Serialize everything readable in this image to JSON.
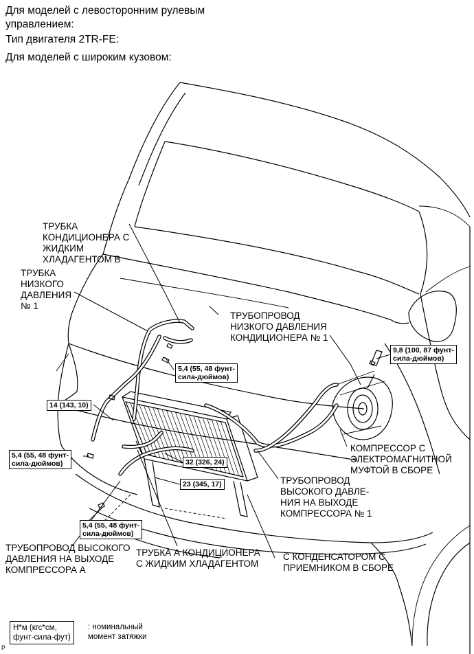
{
  "header": {
    "line1": "Для моделей с левосторонним рулевым",
    "line2": "управлением:",
    "line3": "Тип двигателя 2TR-FE:",
    "line4": "Для моделей с широким кузовом:"
  },
  "labels": {
    "liquid_tube_b": [
      "ТРУБКА",
      "КОНДИЦИОНЕРА С",
      "ЖИДКИМ",
      "ХЛАДАГЕНТОМ B"
    ],
    "low_pressure_tube": [
      "ТРУБКА",
      "НИЗКОГО",
      "ДАВЛЕНИЯ",
      "№ 1"
    ],
    "suction_pipe": [
      "ТРУБОПРОВОД",
      "НИЗКОГО ДАВЛЕНИЯ",
      "КОНДИЦИОНЕРА № 1"
    ],
    "compressor": [
      "КОМПРЕССОР С",
      "ЭЛЕКТРОМАГНИТНОЙ",
      "МУФТОЙ В СБОРЕ"
    ],
    "discharge_no1": [
      "ТРУБОПРОВОД",
      "ВЫСОКОГО ДАВЛЕ-",
      "НИЯ НА ВЫХОДЕ",
      "КОМПРЕССОРА № 1"
    ],
    "discharge_a": [
      "ТРУБОПРОВОД ВЫСОКОГО",
      "ДАВЛЕНИЯ НА ВЫХОДЕ",
      "КОМПРЕССОРА A"
    ],
    "liquid_tube_a": [
      "ТРУБКА А КОНДИЦИОНЕРА",
      "С ЖИДКИМ ХЛАДАГЕНТОМ"
    ],
    "condenser": [
      "С КОНДЕНСАТОРОМ С",
      "ПРИЕМНИКОМ В СБОРЕ"
    ]
  },
  "torques": {
    "t_upper_54": [
      "5,4 (55, 48 фунт-",
      "сила-дюймов)"
    ],
    "t_98": [
      "9,8 (100, 87 фунт-",
      "сила-дюймов)"
    ],
    "t_14": [
      "14 (143, 10)"
    ],
    "t_left_54": [
      "5,4 (55, 48 фунт-",
      "сила-дюймов)"
    ],
    "t_32": [
      "32 (326, 24)"
    ],
    "t_23": [
      "23 (345, 17)"
    ],
    "t_lower_54": [
      "5,4 (55, 48 фунт-",
      "сила-дюймов)"
    ]
  },
  "legend": {
    "box": [
      "Н*м (кгс*см,",
      "фунт-сила-фут)"
    ],
    "text": [
      ": номинальный",
      "момент затяжки"
    ]
  },
  "corner_mark": "P"
}
